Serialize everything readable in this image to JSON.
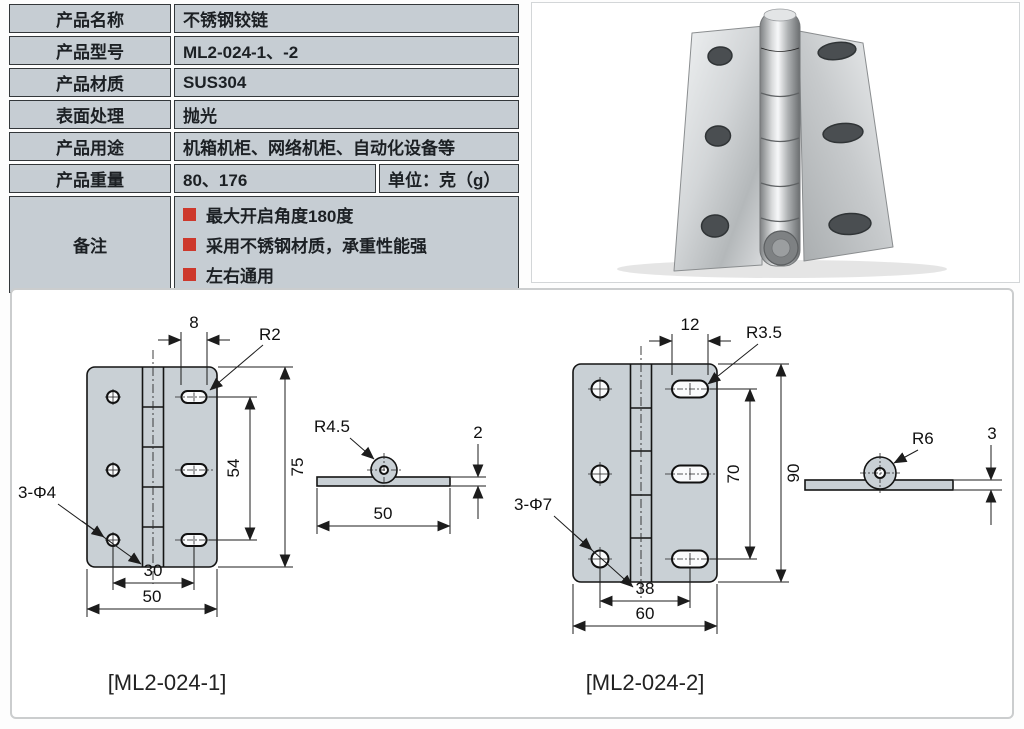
{
  "product_table": {
    "rows": [
      {
        "label": "产品名称",
        "value": "不锈钢铰链"
      },
      {
        "label": "产品型号",
        "value": "ML2-024-1、-2"
      },
      {
        "label": "产品材质",
        "value": "SUS304"
      },
      {
        "label": "表面处理",
        "value": "抛光"
      },
      {
        "label": "产品用途",
        "value": "机箱机柜、网络机柜、自动化设备等"
      },
      {
        "label": "产品重量",
        "value": "80、176",
        "unit": "单位：克（g）"
      }
    ],
    "remark": {
      "label": "备注",
      "items": [
        "最大开启角度180度",
        "采用不锈钢材质，承重性能强",
        "左右通用"
      ]
    }
  },
  "drawings": {
    "left": {
      "label": "[ML2-024-1]",
      "dims": {
        "slot_width": "8",
        "slot_radius": "R2",
        "slot_span": "54",
        "height": "75",
        "hole_callout": "3-Φ4",
        "hole_span": "30",
        "width": "50",
        "knuckle_radius": "R4.5",
        "thickness": "2",
        "side_width": "50"
      }
    },
    "right": {
      "label": "[ML2-024-2]",
      "dims": {
        "slot_width": "12",
        "slot_radius": "R3.5",
        "slot_span": "70",
        "height": "90",
        "hole_callout": "3-Φ7",
        "hole_span": "38",
        "width": "60",
        "knuckle_radius": "R6",
        "thickness": "3"
      }
    }
  },
  "colors": {
    "table_cell_bg": "#c6cdd3",
    "bullet_red": "#cd382c",
    "plate_fill": "#c9d0d5",
    "line_black": "#141414"
  }
}
